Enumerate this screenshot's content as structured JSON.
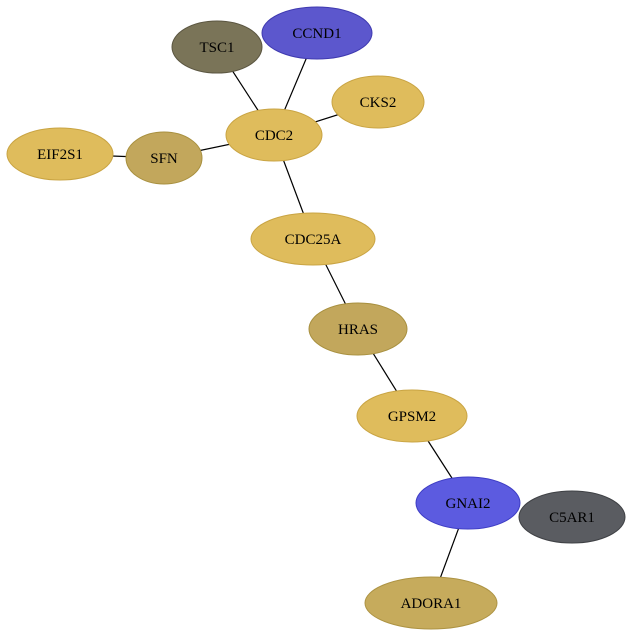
{
  "nodes": [
    {
      "id": "TSC1",
      "label": "TSC1",
      "fill": "#7a7458",
      "stroke": "#5b5641",
      "text_color": "#000000"
    },
    {
      "id": "CCND1",
      "label": "CCND1",
      "fill": "#5c57cd",
      "stroke": "#3f3ab0",
      "text_color": "#000000"
    },
    {
      "id": "CKS2",
      "label": "CKS2",
      "fill": "#dfbc5c",
      "stroke": "#c9a443",
      "text_color": "#000000"
    },
    {
      "id": "CDC2",
      "label": "CDC2",
      "fill": "#dfbc5c",
      "stroke": "#c9a443",
      "text_color": "#000000"
    },
    {
      "id": "EIF2S1",
      "label": "EIF2S1",
      "fill": "#dfbc5c",
      "stroke": "#c9a443",
      "text_color": "#000000"
    },
    {
      "id": "SFN",
      "label": "SFN",
      "fill": "#c2a75c",
      "stroke": "#a8903f",
      "text_color": "#000000"
    },
    {
      "id": "CDC25A",
      "label": "CDC25A",
      "fill": "#dfbc5c",
      "stroke": "#c9a443",
      "text_color": "#000000"
    },
    {
      "id": "HRAS",
      "label": "HRAS",
      "fill": "#c2a75c",
      "stroke": "#a8903f",
      "text_color": "#000000"
    },
    {
      "id": "GPSM2",
      "label": "GPSM2",
      "fill": "#dfbc5c",
      "stroke": "#c9a443",
      "text_color": "#000000"
    },
    {
      "id": "GNAI2",
      "label": "GNAI2",
      "fill": "#5c5be0",
      "stroke": "#3e3dc4",
      "text_color": "#000000"
    },
    {
      "id": "C5AR1",
      "label": "C5AR1",
      "fill": "#5a5c61",
      "stroke": "#3f4145",
      "text_color": "#000000"
    },
    {
      "id": "ADORA1",
      "label": "ADORA1",
      "fill": "#c6ab5c",
      "stroke": "#ad9343",
      "text_color": "#000000"
    }
  ],
  "edges": [
    {
      "from": "TSC1",
      "to": "CDC2"
    },
    {
      "from": "CCND1",
      "to": "CDC2"
    },
    {
      "from": "CKS2",
      "to": "CDC2"
    },
    {
      "from": "SFN",
      "to": "CDC2"
    },
    {
      "from": "EIF2S1",
      "to": "SFN"
    },
    {
      "from": "CDC2",
      "to": "CDC25A"
    },
    {
      "from": "CDC25A",
      "to": "HRAS"
    },
    {
      "from": "HRAS",
      "to": "GPSM2"
    },
    {
      "from": "GPSM2",
      "to": "GNAI2"
    },
    {
      "from": "GNAI2",
      "to": "ADORA1"
    }
  ],
  "edge_color": "#000000"
}
